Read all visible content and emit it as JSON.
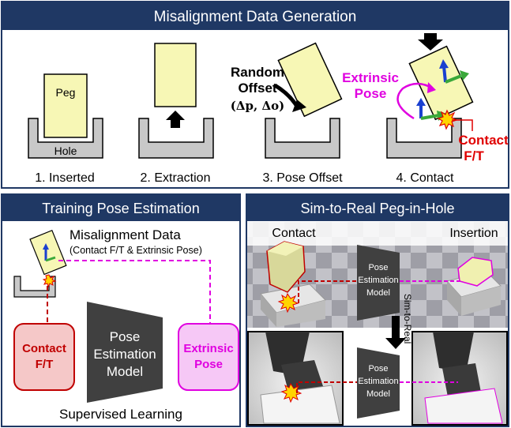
{
  "colors": {
    "navy": "#1f3864",
    "peg": "#f7f7b5",
    "hole": "#c8c8c8",
    "magenta": "#e000e0",
    "red": "#e00000",
    "model": "#404040"
  },
  "top_panel": {
    "title": "Misalignment Data Generation",
    "peg_label": "Peg",
    "hole_label": "Hole",
    "random_offset_line1": "Random",
    "random_offset_line2": "Offset",
    "random_offset_math": "(Δp, Δo)",
    "extrinsic_line1": "Extrinsic",
    "extrinsic_line2": "Pose",
    "contact_line1": "Contact",
    "contact_line2": "F/T",
    "steps": [
      "1. Inserted",
      "2. Extraction",
      "3. Pose Offset",
      "4. Contact"
    ]
  },
  "left_panel": {
    "title": "Training Pose Estimation",
    "misalignment_title": "Misalignment Data",
    "misalignment_subtitle": "(Contact F/T & Extrinsic Pose)",
    "contact_line1": "Contact",
    "contact_line2": "F/T",
    "model_line1": "Pose",
    "model_line2": "Estimation",
    "model_line3": "Model",
    "extrinsic_line1": "Extrinsic",
    "extrinsic_line2": "Pose",
    "footer": "Supervised Learning"
  },
  "right_panel": {
    "title": "Sim-to-Real Peg-in-Hole",
    "contact_label": "Contact",
    "insertion_label": "Insertion",
    "model_line1": "Pose",
    "model_line2": "Estimation",
    "model_line3": "Model",
    "sim_to_real": "Sim-to-Real"
  }
}
